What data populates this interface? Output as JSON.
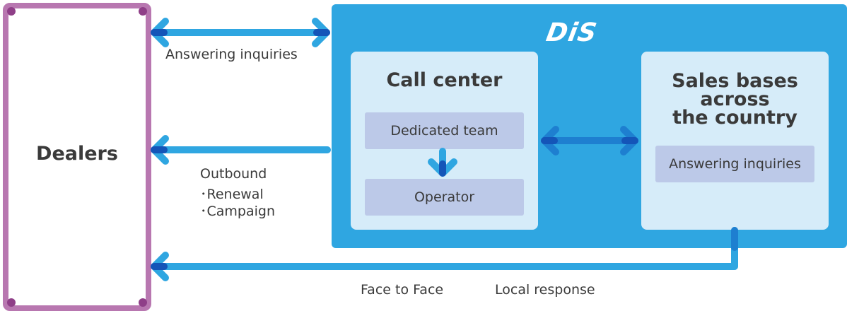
{
  "dealers": {
    "label": "Dealers"
  },
  "dis": {
    "logo": "DiS"
  },
  "call_center": {
    "title": "Call center",
    "dedicated_team": "Dedicated team",
    "operator": "Operator"
  },
  "sales_bases": {
    "title_line1": "Sales bases",
    "title_line2": "across",
    "title_line3": "the country",
    "answering": "Answering inquiries"
  },
  "connections": {
    "top_label": "Answering inquiries",
    "middle_label_line1": "Outbound",
    "middle_label_line2": "･Renewal",
    "middle_label_line3": "･Campaign",
    "bottom_label_1": "Face to Face",
    "bottom_label_2": "Local response"
  },
  "colors": {
    "dealers_border": "#b877b0",
    "dis_box": "#2fa6e1",
    "panel": "#d6ecf9",
    "inner": "#bcc9e8",
    "arrow": "#2fa6e1",
    "arrow_dark": "#1455b8"
  }
}
